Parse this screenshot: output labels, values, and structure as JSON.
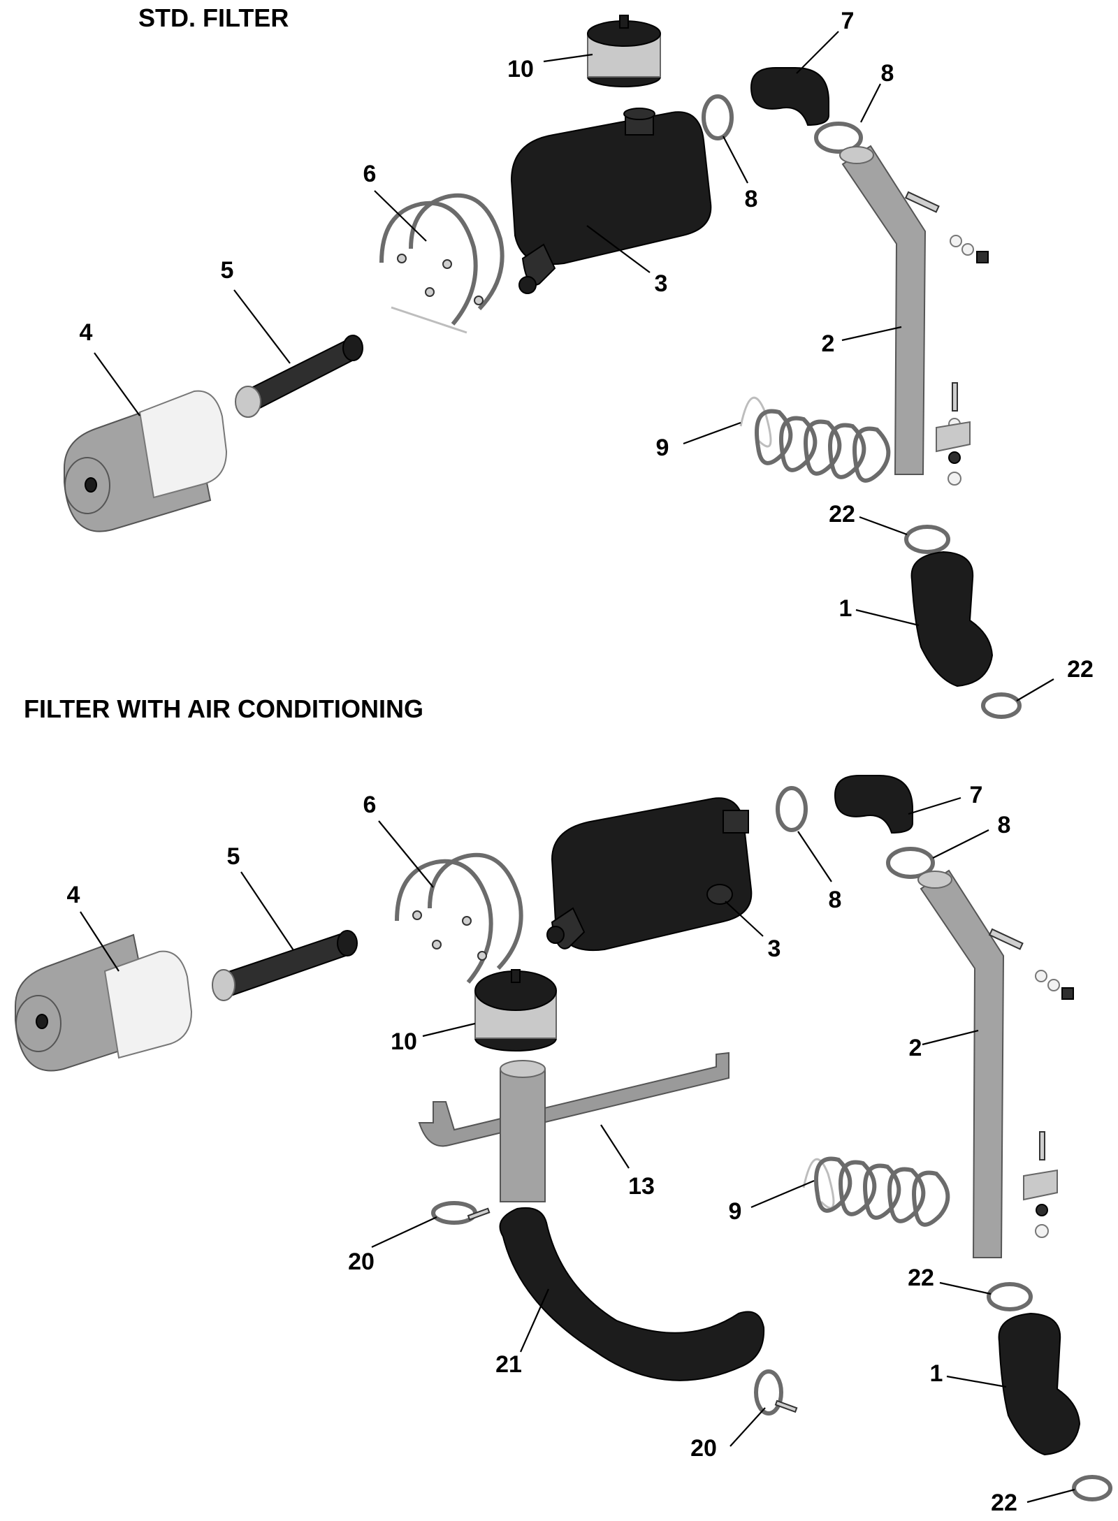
{
  "sections": {
    "std": {
      "title": "STD. FILTER"
    },
    "ac": {
      "title": "FILTER WITH AIR CONDITIONING"
    }
  },
  "callouts": {
    "std": {
      "n1": "1",
      "n2": "2",
      "n3": "3",
      "n4": "4",
      "n5": "5",
      "n6": "6",
      "n7": "7",
      "n8a": "8",
      "n8b": "8",
      "n9": "9",
      "n10": "10",
      "n22a": "22",
      "n22b": "22"
    },
    "ac": {
      "n1": "1",
      "n2": "2",
      "n3": "3",
      "n4": "4",
      "n5": "5",
      "n6": "6",
      "n7": "7",
      "n8a": "8",
      "n8b": "8",
      "n9": "9",
      "n10": "10",
      "n13": "13",
      "n20a": "20",
      "n20b": "20",
      "n21": "21",
      "n22a": "22",
      "n22b": "22"
    }
  }
}
